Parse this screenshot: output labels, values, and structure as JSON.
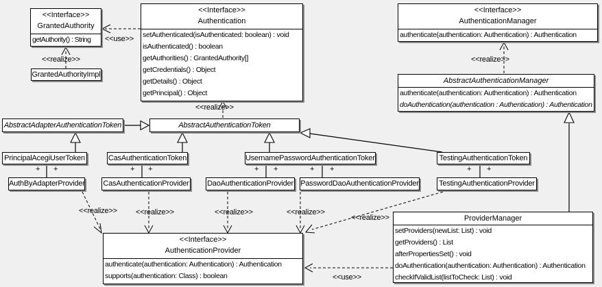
{
  "colors": {
    "background": "#f0f0f0",
    "box_fill": "#ffffff",
    "line": "#000000",
    "shadow": "#8a8a8a"
  },
  "labels": {
    "use": "<<use>>",
    "realize": "<<realize>>",
    "plus": "+"
  },
  "classes": {
    "granted_authority": {
      "stereotype": "<<Interface>>",
      "name": "GrantedAuthority",
      "methods": [
        "getAuthority() : String"
      ]
    },
    "granted_authority_impl": {
      "name": "GrantedAuthorityImpl"
    },
    "authentication": {
      "stereotype": "<<Interface>>",
      "name": "Authentication",
      "methods": [
        "setAuthenticated(isAuthenticated: boolean) : void",
        "isAuthenticated() : boolean",
        "getAuthorities() : GrantedAuthority[]",
        "getCredentials() : Object",
        "getDetails() : Object",
        "getPrincipal() : Object"
      ]
    },
    "authentication_manager": {
      "stereotype": "<<Interface>>",
      "name": "AuthenticationManager",
      "methods": [
        "authenticate(authentication: Authentication) : Authentication"
      ]
    },
    "abstract_authentication_manager": {
      "name": "AbstractAuthenticationManager",
      "methods": [
        "authenticate(authentication: Authentication) : Authentication",
        "doAuthentication(authentication : Authentication) : Authentication"
      ]
    },
    "abstract_adapter_authentication_token": {
      "name": "AbstractAdapterAuthenticationToken"
    },
    "abstract_authentication_token": {
      "name": "AbstractAuthenticationToken"
    },
    "principal_acegi_user_token": {
      "name": "PrincipalAcegiUserToken"
    },
    "cas_authentication_token": {
      "name": "CasAuthenticationToken"
    },
    "username_password_authentication_token": {
      "name": "UsernamePasswordAuthenticationToken"
    },
    "testing_authentication_token": {
      "name": "TestingAuthenticationToken"
    },
    "auth_by_adapter_provider": {
      "name": "AuthByAdapterProvider"
    },
    "cas_authentication_provider": {
      "name": "CasAuthenticationProvider"
    },
    "dao_authentication_provider": {
      "name": "DaoAuthenticationProvider"
    },
    "password_dao_authentication_provider": {
      "name": "PasswordDaoAuthenticationProvider"
    },
    "testing_authentication_provider": {
      "name": "TestingAuthenticationProvider"
    },
    "authentication_provider": {
      "stereotype": "<<Interface>>",
      "name": "AuthenticationProvider",
      "methods": [
        "authenticate(authentication: Authentication) : Authentication",
        "supports(authentication: Class) : boolean"
      ]
    },
    "provider_manager": {
      "name": "ProviderManager",
      "methods": [
        "setProviders(newList: List) : void",
        "getProviders() : List",
        "afterPropertiesSet() : void",
        "doAuthentication(authentication: Authentication) : Authentication",
        "checkIfValidList(listToCheck: List) : void"
      ]
    }
  }
}
